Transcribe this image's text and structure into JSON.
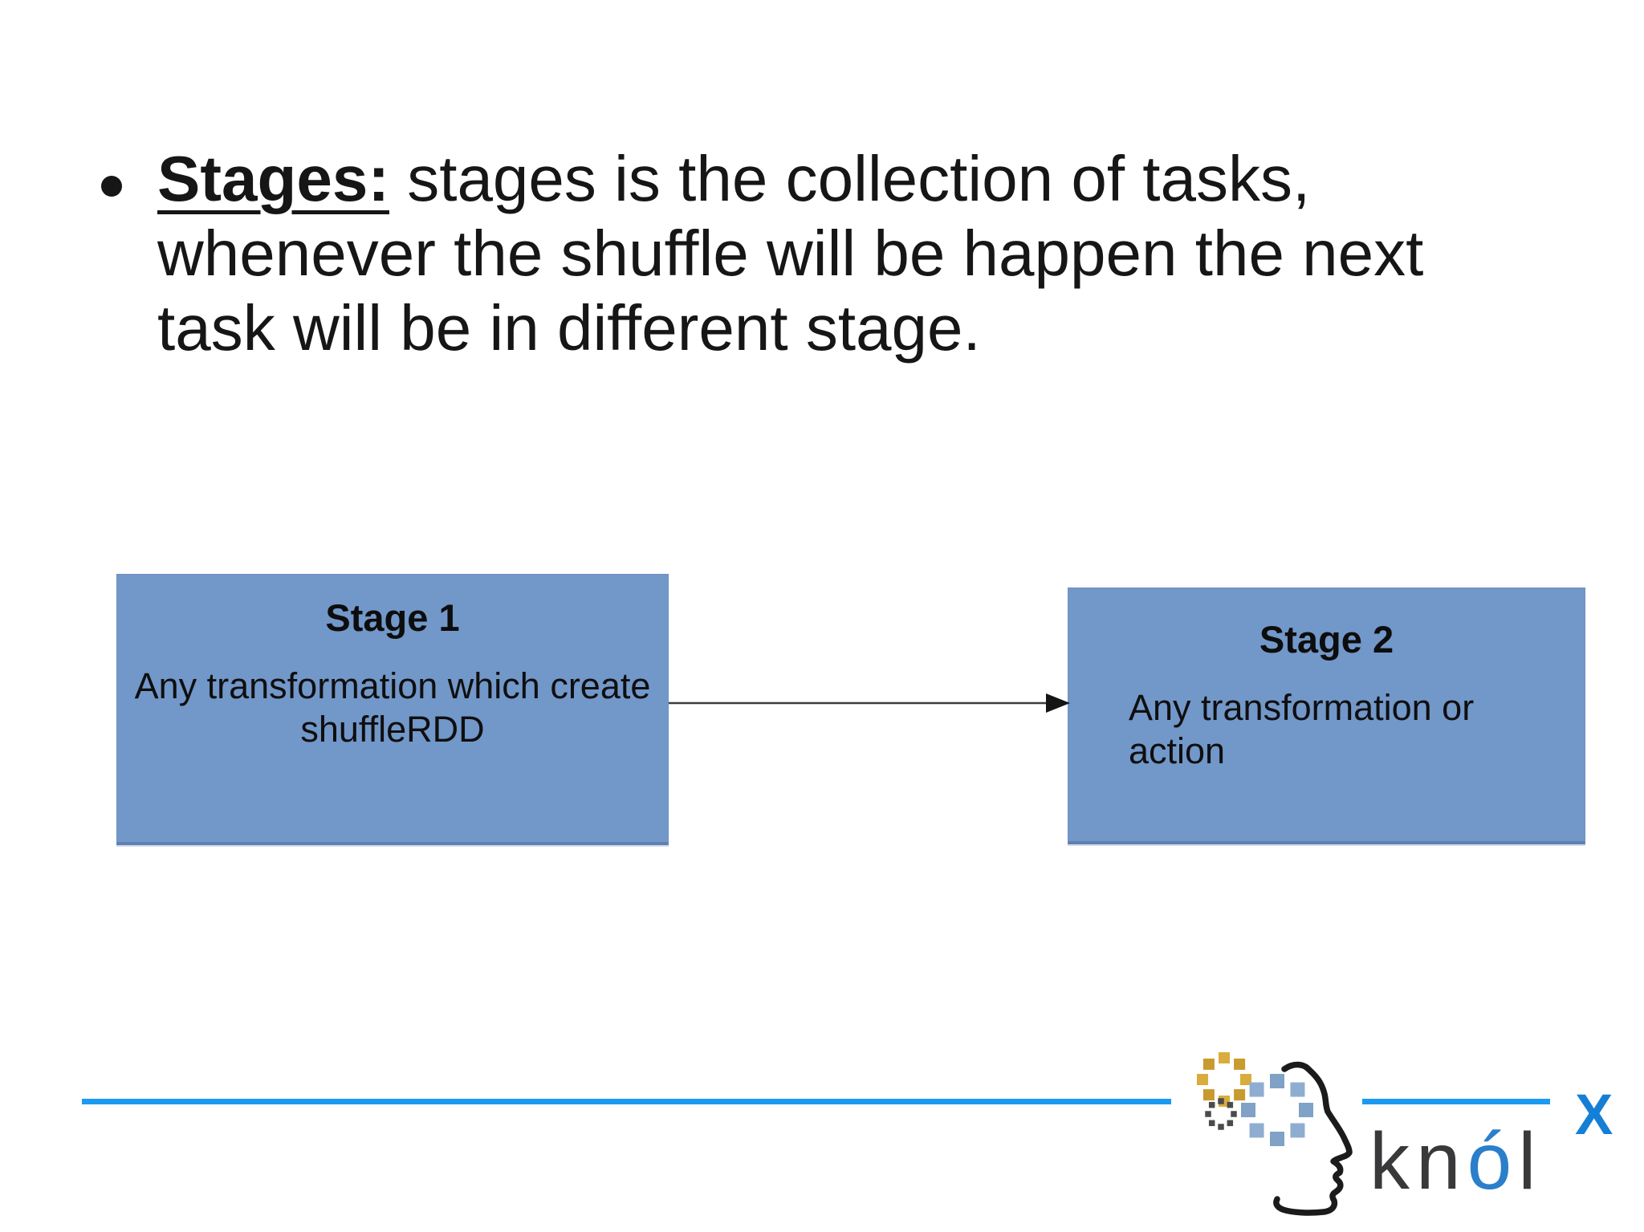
{
  "bullet": {
    "lead": "Stages:",
    "line1_rest": " stages is the collection of tasks,",
    "line2": "whenever the shuffle will be happen the next",
    "line3": "task will be in different stage."
  },
  "stage1": {
    "title": "Stage 1",
    "body_line1": "Any transformation which create",
    "body_line2": "shuffleRDD"
  },
  "stage2": {
    "title": "Stage 2",
    "body_line1": "Any transformation or",
    "body_line2": "action"
  },
  "logo": {
    "text_kn": "kn",
    "text_o": "ó",
    "text_l": "l",
    "text_sup": "X"
  },
  "colors": {
    "text": "#161616",
    "box_fill": "#7297c9",
    "box_border": "#6d8fc0",
    "box_border_bottom": "#6080b3",
    "arrow": "#3c3c3c",
    "rule_blue": "#1b9af0",
    "logo_dark": "#39393b",
    "logo_blue": "#2b7fca",
    "logo_x_blue": "#157fd6",
    "gear_gold": "#d9ad3c",
    "gear_gold_alt": "#c79b2e",
    "gear_blue": "#7fa2c6",
    "gear_blue_alt": "#8fadd1",
    "gear_gray": "#4b4b4b",
    "face": "#1b1b1b"
  }
}
